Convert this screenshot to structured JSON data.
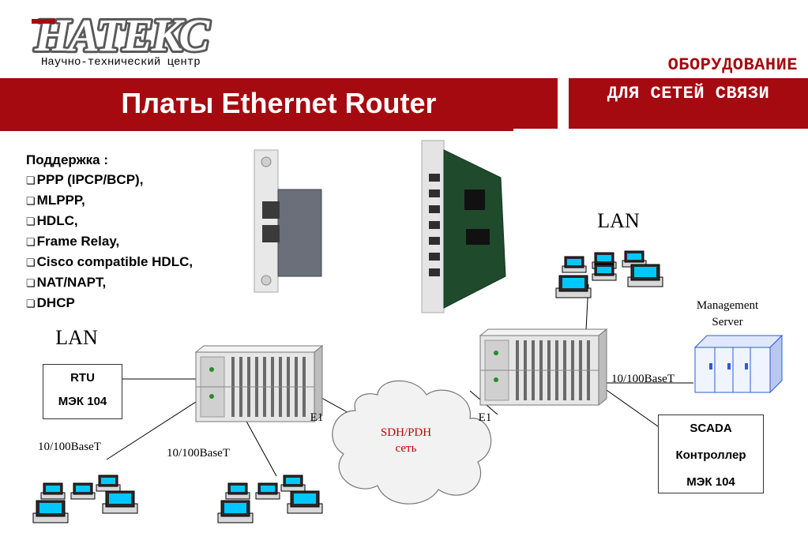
{
  "header": {
    "logo_text": "НАТЕКС",
    "logo_subtitle": "Научно-технический центр",
    "category_line1": "ОБОРУДОВАНИЕ",
    "category_line2": "ДЛЯ СЕТЕЙ СВЯЗИ",
    "title": "Платы Ethernet Router"
  },
  "support": {
    "heading": "Поддержка :",
    "items": [
      "PPP (IPCP/BCP),",
      "MLPPP,",
      "HDLC,",
      "Frame Relay,",
      "Cisco compatible HDLC,",
      "NAT/NAPT,",
      "DHCP"
    ]
  },
  "diagram": {
    "lan_left": "LAN",
    "lan_right": "LAN",
    "rtu_box": {
      "line1": "RTU",
      "line2": "МЭК 104"
    },
    "scada_box": {
      "line1": "SCADA",
      "line2": "Контроллер",
      "line3": "МЭК 104"
    },
    "management_server": {
      "line1": "Management",
      "line2": "Server"
    },
    "link_left_1": "10/100BaseT",
    "link_left_2": "10/100BaseT",
    "link_right": "10/100BaseT",
    "e1_left": "E1",
    "e1_right": "E1",
    "cloud_line1": "SDH/PDH",
    "cloud_line2": "сеть"
  },
  "colors": {
    "brand_red": "#a50a10",
    "cloud_text": "#c00000",
    "monitor_screen": "#00c8ff"
  }
}
